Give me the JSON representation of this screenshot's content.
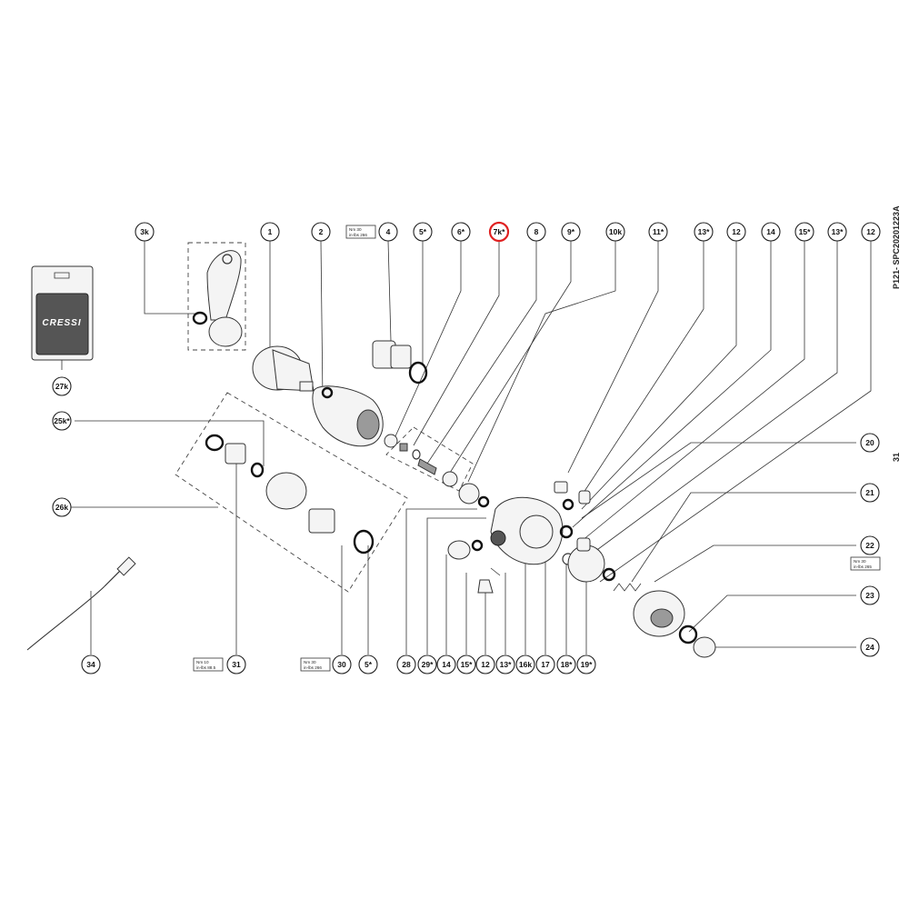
{
  "diagram": {
    "doc_code": "P121- SPC20201223A",
    "page_number": "31",
    "brand_logo_text": "CRESSI",
    "highlight_color": "#e02020",
    "labels": [
      "3k",
      "1",
      "2",
      "4",
      "5*",
      "6*",
      "7k*",
      "8",
      "9*",
      "10k",
      "11*",
      "13*",
      "12",
      "14",
      "15*",
      "13*",
      "12",
      "27k",
      "25k*",
      "26k",
      "20",
      "21",
      "22",
      "23",
      "24",
      "34",
      "31",
      "30",
      "5*",
      "28",
      "29*",
      "14",
      "15*",
      "12",
      "13*",
      "16k",
      "17",
      "18*",
      "19*"
    ],
    "highlighted_label": "7k*",
    "torque_notes": {
      "part4": {
        "nm": "Nm   30",
        "inlbs": "in-lbs  266"
      },
      "part22": {
        "nm": "Nm   30",
        "inlbs": "in-lbs  265"
      },
      "part31": {
        "nm": "Nm   10",
        "inlbs": "in-lbs  88.5"
      },
      "part30": {
        "nm": "Nm   30",
        "inlbs": "in-lbs  266"
      }
    }
  }
}
